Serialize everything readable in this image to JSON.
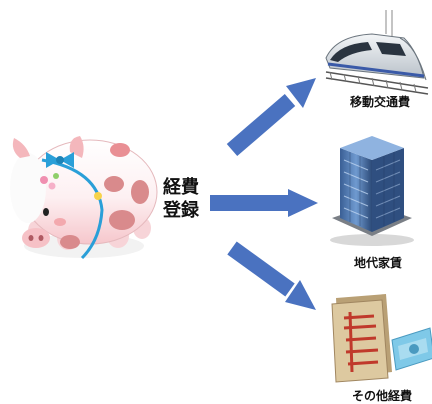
{
  "center": {
    "line1": "経費",
    "line2": "登録"
  },
  "targets": [
    {
      "label": "移動交通費",
      "icon": "train-icon"
    },
    {
      "label": "地代家賃",
      "icon": "office-building-icon"
    },
    {
      "label": "その他経費",
      "icon": "receipt-documents-icon"
    }
  ],
  "colors": {
    "arrow": "#4a72c0",
    "pig_body": "#fbe3e6",
    "pig_spots": "#d98a8c",
    "ribbon": "#2a9fd8"
  }
}
